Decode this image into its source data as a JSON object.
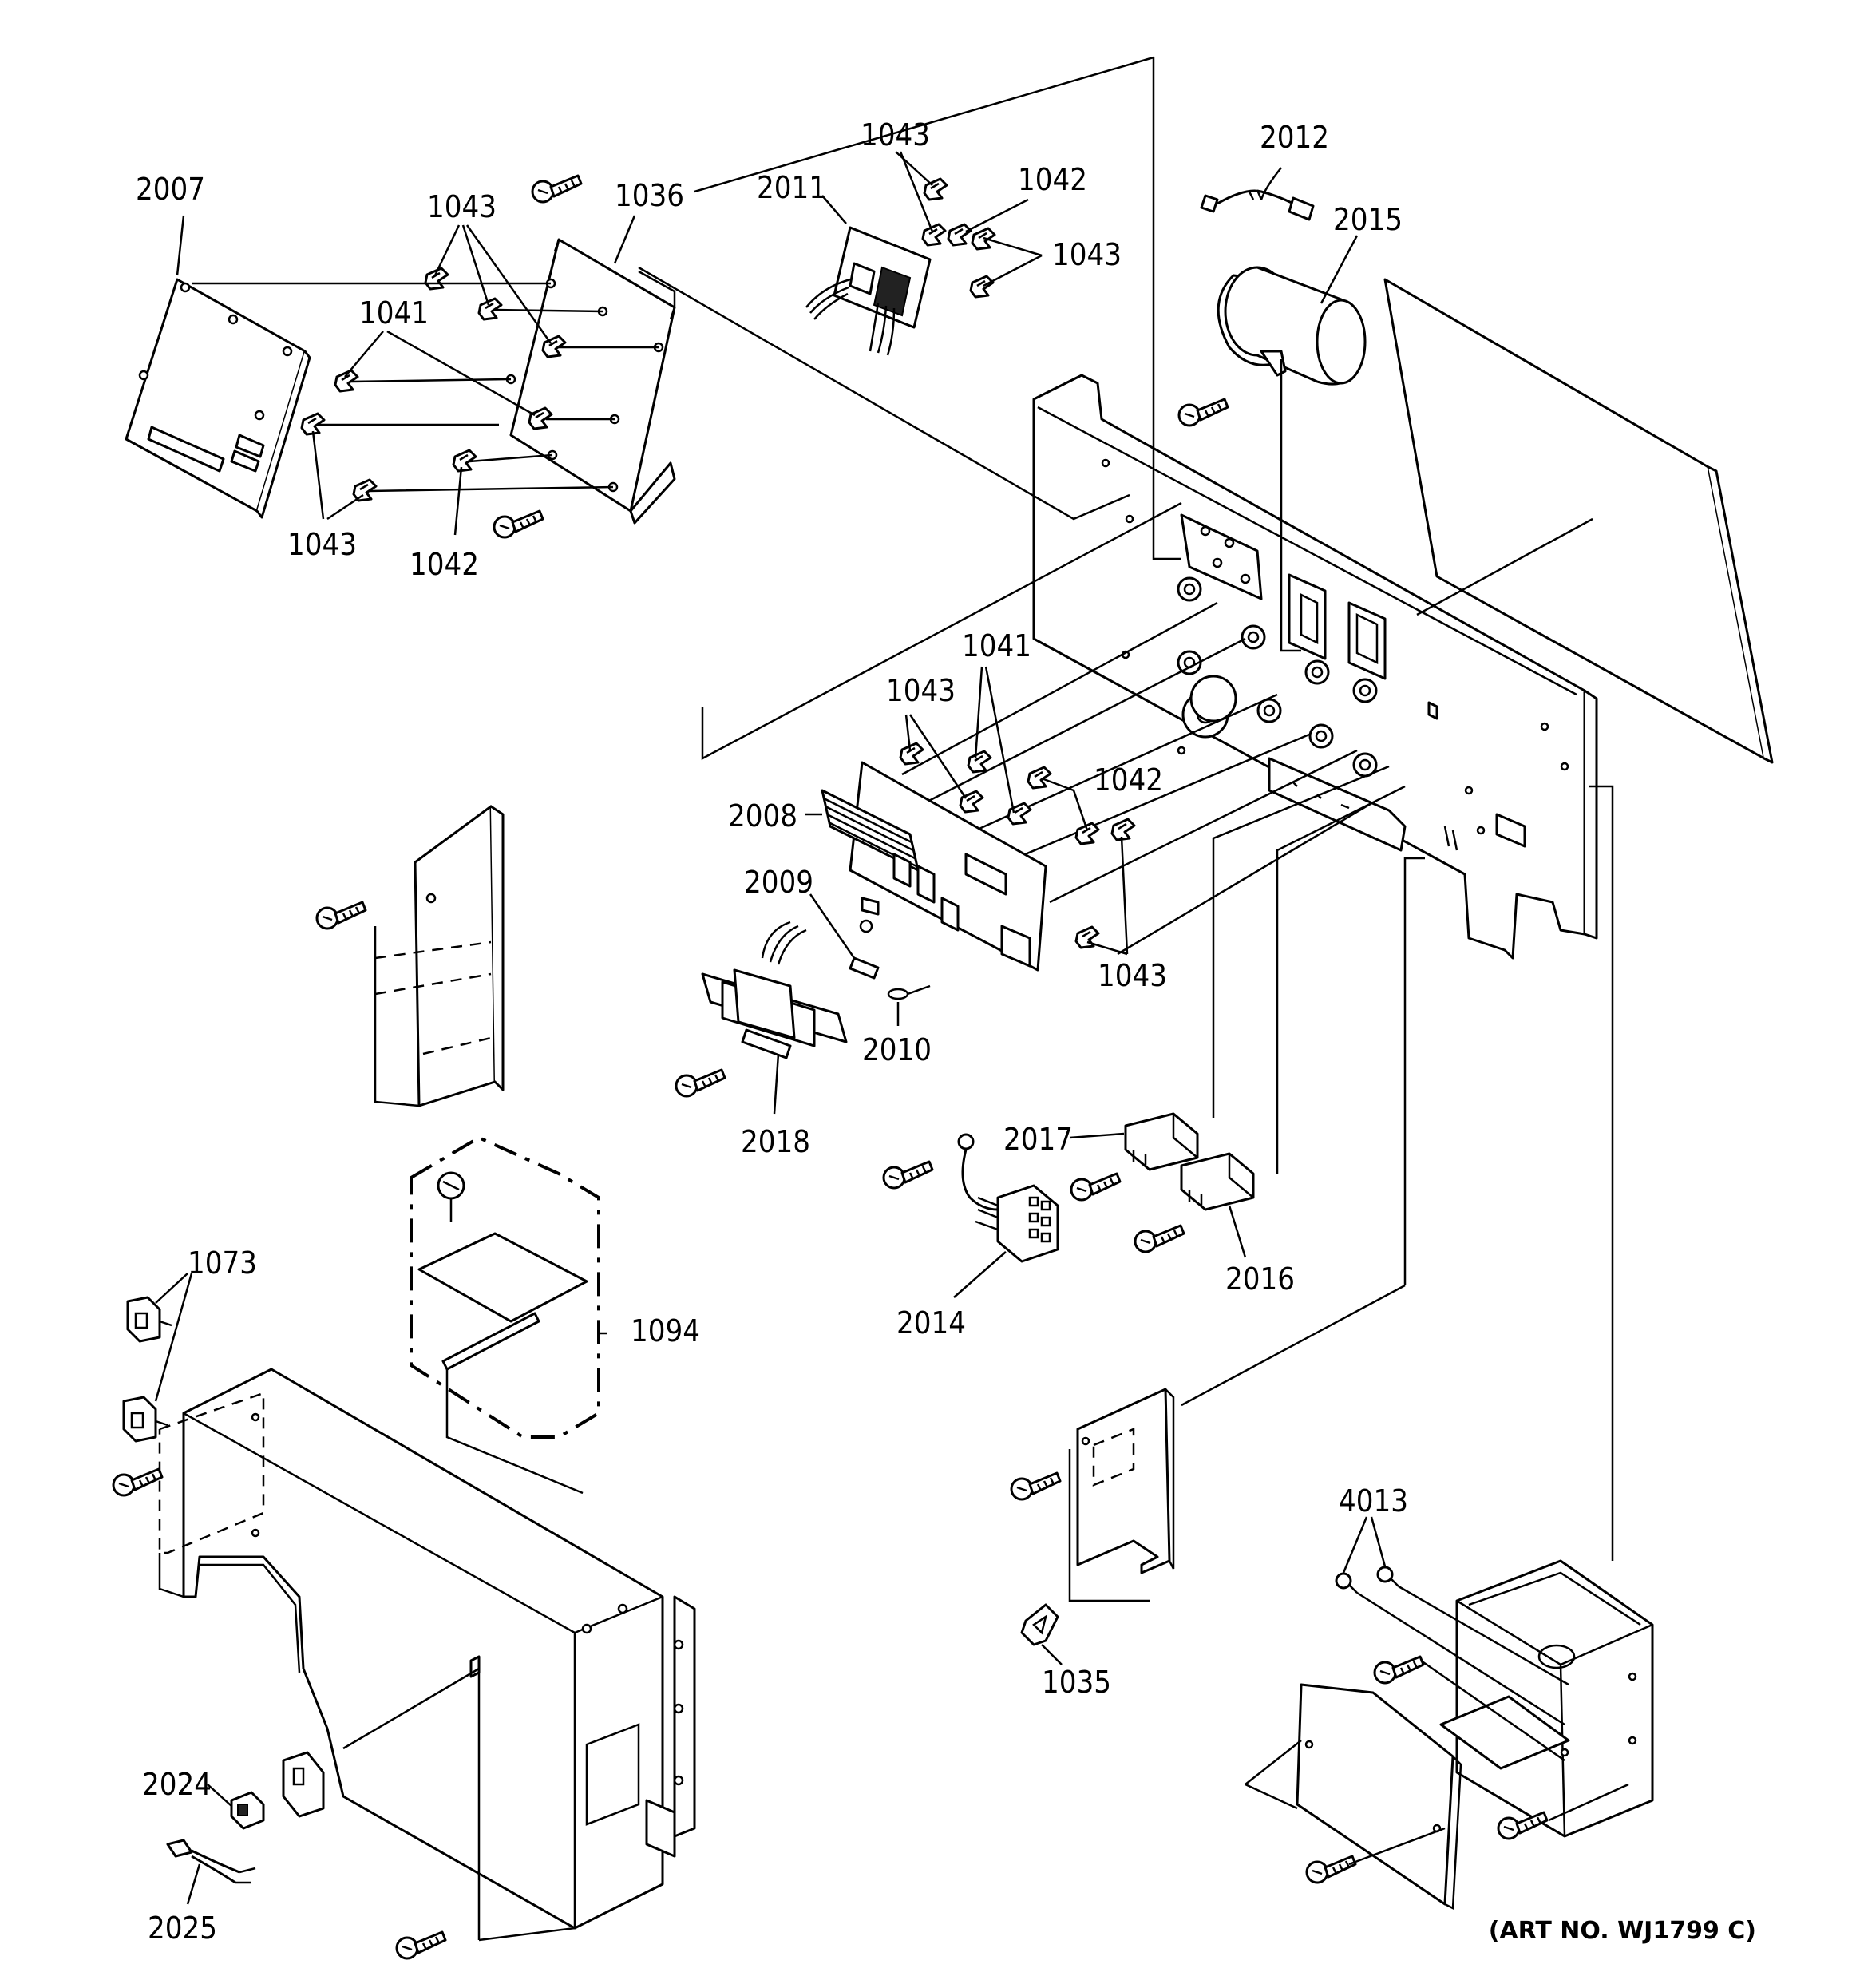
{
  "diagram": {
    "art_number": "(ART NO. WJ1799 C)",
    "callouts": {
      "c2007": "2007",
      "c1043_a": "1043",
      "c1036": "1036",
      "c1041_a": "1041",
      "c1043_b": "1043",
      "c1042_a": "1042",
      "c1043_c": "1043",
      "c2011": "2011",
      "c1042_b": "1042",
      "c1043_d": "1043",
      "c2012": "2012",
      "c2015": "2015",
      "c1043_e": "1043",
      "c1041_b": "1041",
      "c2008": "2008",
      "c1042_c": "1042",
      "c2009": "2009",
      "c1043_f": "1043",
      "c2010": "2010",
      "c2018": "2018",
      "c2017": "2017",
      "c2016": "2016",
      "c2014": "2014",
      "c1073": "1073",
      "c1094": "1094",
      "c4013": "4013",
      "c1035": "1035",
      "c2024": "2024",
      "c2025": "2025"
    }
  }
}
